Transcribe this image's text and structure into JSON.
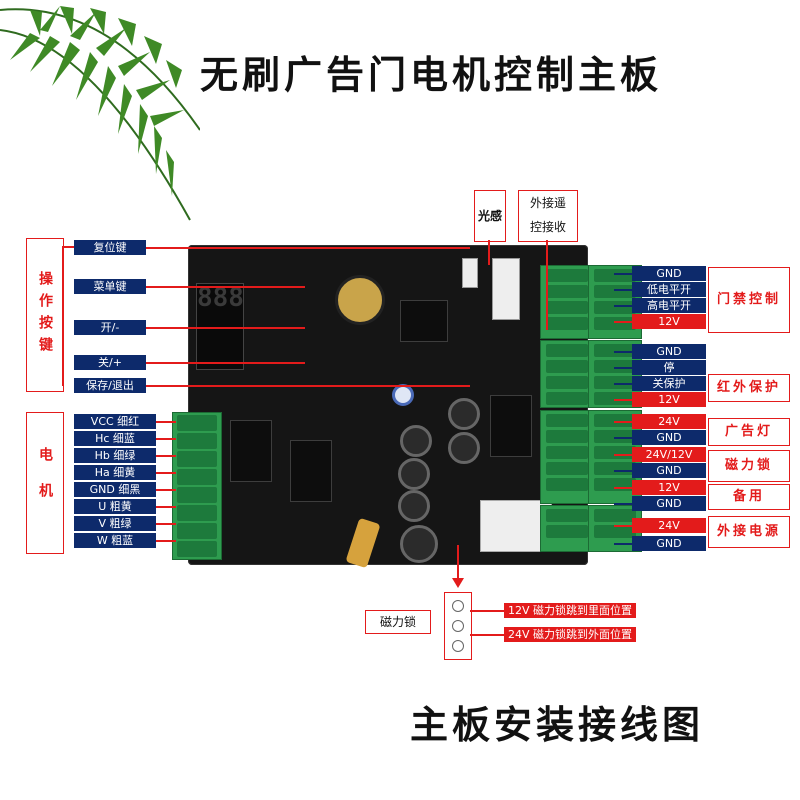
{
  "title": "无刷广告门电机控制主板",
  "subtitle": "主板安装接线图",
  "top_labels": {
    "light_sensor": "光感",
    "remote_line1": "外接遥",
    "remote_line2": "控接收"
  },
  "left_button_group": "操作按键",
  "buttons": [
    "复位键",
    "菜单键",
    "开/-",
    "关/+",
    "保存/退出"
  ],
  "left_motor_group": "电机",
  "motor_wires": [
    "VCC 细红",
    "Hc 细蓝",
    "Hb 细绿",
    "Ha 细黄",
    "GND 细黑",
    "U 粗黄",
    "V 粗绿",
    "W 粗蓝"
  ],
  "right_terminals": [
    {
      "label": "GND",
      "color": "#0d2a6b"
    },
    {
      "label": "低电平开",
      "color": "#0d2a6b"
    },
    {
      "label": "高电平开",
      "color": "#0d2a6b"
    },
    {
      "label": "12V",
      "color": "#e31b1b"
    },
    {
      "label": "GND",
      "color": "#0d2a6b"
    },
    {
      "label": "停",
      "color": "#0d2a6b"
    },
    {
      "label": "关保护",
      "color": "#0d2a6b"
    },
    {
      "label": "12V",
      "color": "#e31b1b"
    },
    {
      "label": "24V",
      "color": "#e31b1b"
    },
    {
      "label": "GND",
      "color": "#0d2a6b"
    },
    {
      "label": "24V/12V",
      "color": "#e31b1b"
    },
    {
      "label": "GND",
      "color": "#0d2a6b"
    },
    {
      "label": "12V",
      "color": "#e31b1b"
    },
    {
      "label": "GND",
      "color": "#0d2a6b"
    },
    {
      "label": "24V",
      "color": "#e31b1b"
    },
    {
      "label": "GND",
      "color": "#0d2a6b"
    }
  ],
  "right_groups": [
    "门禁控制",
    "红外保护",
    "广告灯",
    "磁力锁",
    "备用",
    "外接电源"
  ],
  "jumper": {
    "title": "磁力锁",
    "option_12v": "12V 磁力锁跳到里面位置",
    "option_24v": "24V 磁力锁跳到外面位置"
  },
  "board_marks": {
    "display": "888",
    "buzzer": ""
  }
}
